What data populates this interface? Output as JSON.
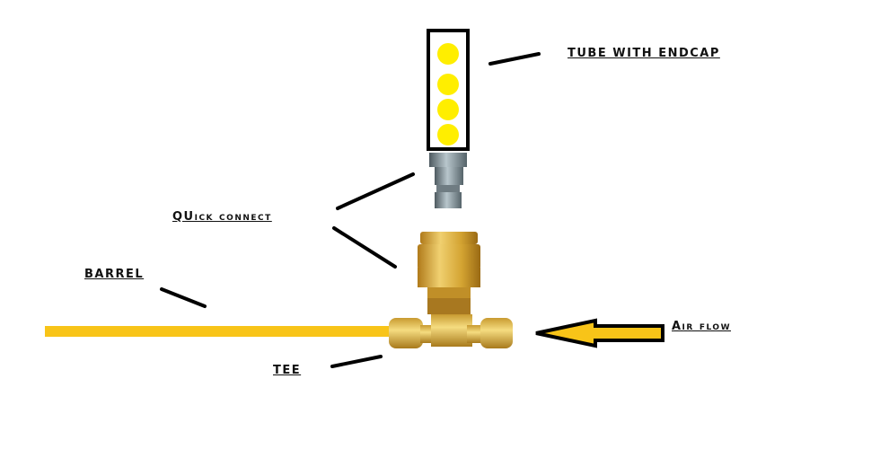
{
  "labels": {
    "tube": "TUBE WITH ENDCAP",
    "quick_connect": "QUick connect",
    "barrel": "BARREL",
    "air_flow": "Air flow",
    "tee": "TEE"
  },
  "colors": {
    "barrel": "#F8C418",
    "dot": "#FFEE00",
    "brass": "#D4A432",
    "steel": "#7D8C94"
  }
}
